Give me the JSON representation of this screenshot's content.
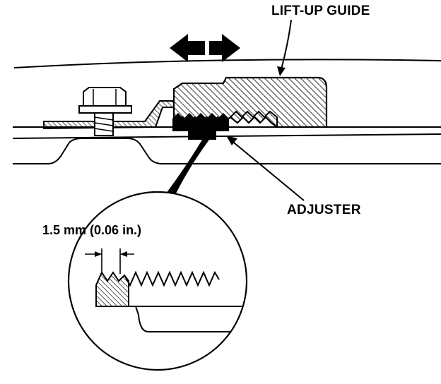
{
  "labels": {
    "lift_up_guide": "LIFT-UP GUIDE",
    "adjuster": "ADJUSTER",
    "dimension": "1.5 mm (0.06 in.)"
  },
  "icons": {
    "direction_arrow": "double-headed-arrow-icon",
    "bolt": "hex-bolt-icon"
  },
  "colors": {
    "ink": "#000000",
    "paper": "#ffffff"
  }
}
